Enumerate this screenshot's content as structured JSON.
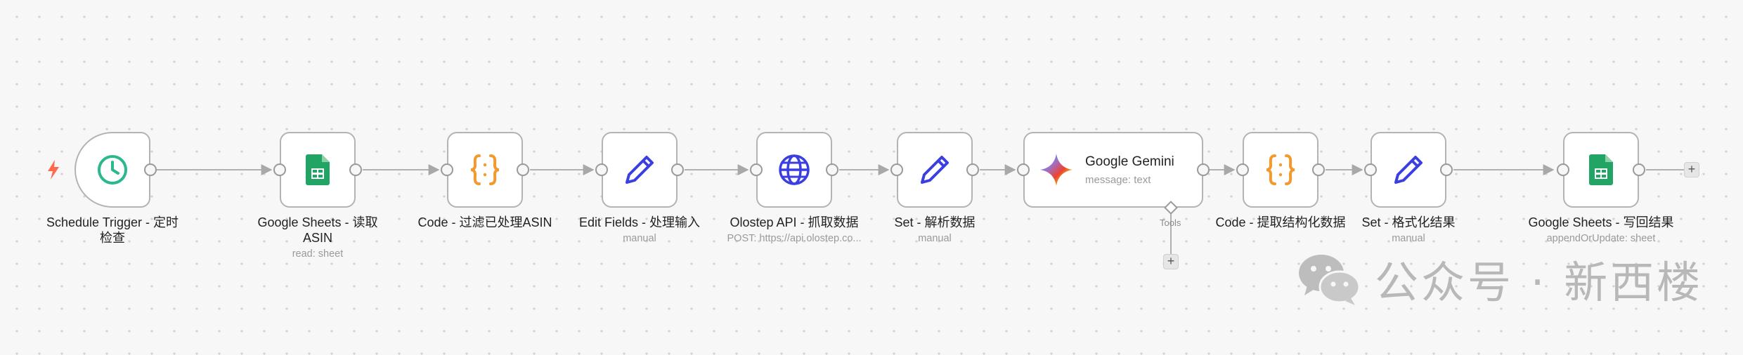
{
  "nodes": [
    {
      "id": "schedule",
      "title": "Schedule Trigger - 定时检查",
      "icon": "clock-icon"
    },
    {
      "id": "sheets_read",
      "title": "Google Sheets - 读取ASIN",
      "subtitle": "read: sheet",
      "icon": "google-sheets-icon"
    },
    {
      "id": "code_filter",
      "title": "Code - 过滤已处理ASIN",
      "icon": "code-braces-icon"
    },
    {
      "id": "edit_fields",
      "title": "Edit Fields - 处理输入",
      "subtitle": "manual",
      "icon": "pencil-icon"
    },
    {
      "id": "olostep",
      "title": "Olostep API - 抓取数据",
      "subtitle": "POST: https://api.olostep.co...",
      "icon": "globe-icon"
    },
    {
      "id": "set_parse",
      "title": "Set - 解析数据",
      "subtitle": "manual",
      "icon": "pencil-icon"
    },
    {
      "id": "gemini",
      "title": "Google Gemini",
      "subtitle": "message: text",
      "icon": "gemini-sparkle-icon"
    },
    {
      "id": "code_extract",
      "title": "Code - 提取结构化数据",
      "icon": "code-braces-icon"
    },
    {
      "id": "set_format",
      "title": "Set - 格式化结果",
      "subtitle": "manual",
      "icon": "pencil-icon"
    },
    {
      "id": "sheets_write",
      "title": "Google Sheets - 写回结果",
      "subtitle": "appendOrUpdate: sheet",
      "icon": "google-sheets-icon"
    }
  ],
  "schedule_title_lines": [
    "Schedule Trigger - 定时",
    "检查"
  ],
  "sheets_read_title_lines": [
    "Google Sheets - 读取",
    "ASIN"
  ],
  "tools_label": "Tools",
  "plus_label": "+",
  "watermark_text": "公众号 · 新西楼",
  "colors": {
    "clock": "#2bb88f",
    "sheets": "#21a464",
    "code": "#f29a2e",
    "pencil": "#3b3fe0",
    "globe": "#3b3fe0",
    "trigger": "#ff6a4d"
  }
}
